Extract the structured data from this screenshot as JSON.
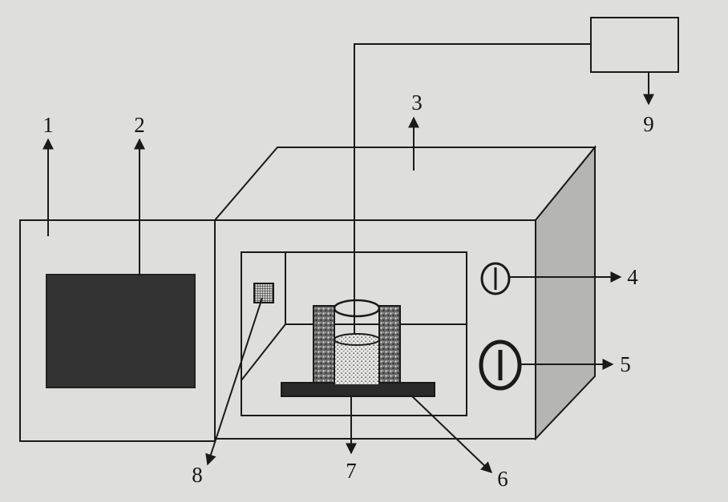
{
  "labels": {
    "l1": "1",
    "l2": "2",
    "l3": "3",
    "l4": "4",
    "l5": "5",
    "l6": "6",
    "l7": "7",
    "l8": "8",
    "l9": "9"
  },
  "colors": {
    "background": "#dededc",
    "line": "#1a1a1a",
    "panel_fill": "#333333",
    "side_face": "#b5b5b3"
  }
}
